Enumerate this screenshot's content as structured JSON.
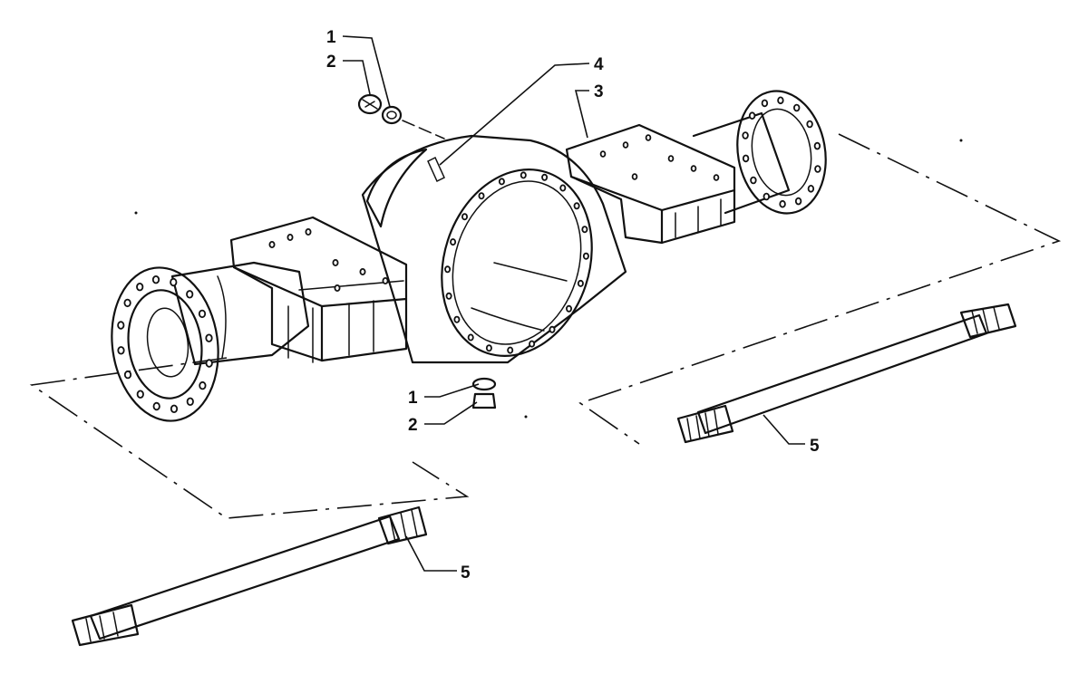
{
  "callouts": {
    "top_1": "1",
    "top_2": "2",
    "top_4": "4",
    "top_3": "3",
    "bottom_1": "1",
    "bottom_2": "2",
    "right_5": "5",
    "left_5": "5"
  },
  "colors": {
    "ink": "#111111",
    "paper": "#ffffff"
  }
}
